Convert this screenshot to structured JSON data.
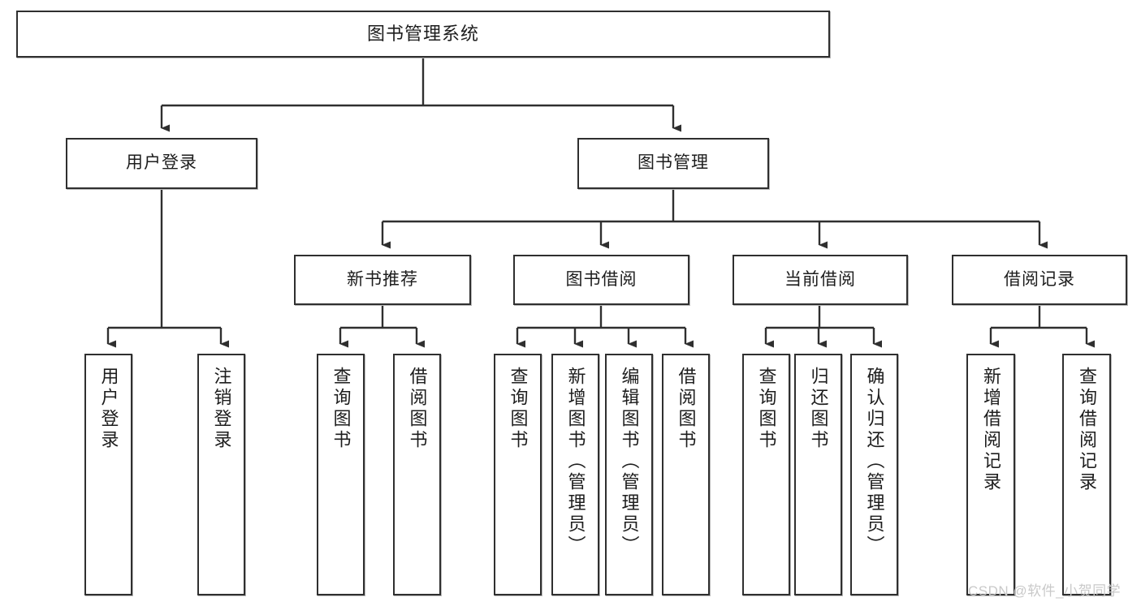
{
  "diagram": {
    "type": "hierarchy-tree",
    "title": "图书管理系统",
    "orientation": "top-down",
    "colors": {
      "box_border": "#2f2f2f",
      "box_fill": "#ffffff",
      "edge": "#2f2f2f",
      "text": "#1d1d1d",
      "watermark": "#c9c9c9"
    },
    "root": {
      "label": "图书管理系统"
    },
    "level2": [
      {
        "label": "用户登录"
      },
      {
        "label": "图书管理"
      }
    ],
    "level3": [
      {
        "label": "新书推荐"
      },
      {
        "label": "图书借阅"
      },
      {
        "label": "当前借阅"
      },
      {
        "label": "借阅记录"
      }
    ],
    "leaves": {
      "user_login": [
        {
          "label": "用户登录"
        },
        {
          "label": "注销登录"
        }
      ],
      "new_book_recommend": [
        {
          "label": "查询图书"
        },
        {
          "label": "借阅图书"
        }
      ],
      "book_borrow": [
        {
          "label": "查询图书"
        },
        {
          "label": "新增图书（管理员）"
        },
        {
          "label": "编辑图书（管理员）"
        },
        {
          "label": "借阅图书"
        }
      ],
      "current_borrow": [
        {
          "label": "查询图书"
        },
        {
          "label": "归还图书"
        },
        {
          "label": "确认归还（管理员）"
        }
      ],
      "borrow_record": [
        {
          "label": "新增借阅记录"
        },
        {
          "label": "查询借阅记录"
        }
      ]
    }
  },
  "watermark": {
    "text": "CSDN @软件_小贺同学"
  }
}
